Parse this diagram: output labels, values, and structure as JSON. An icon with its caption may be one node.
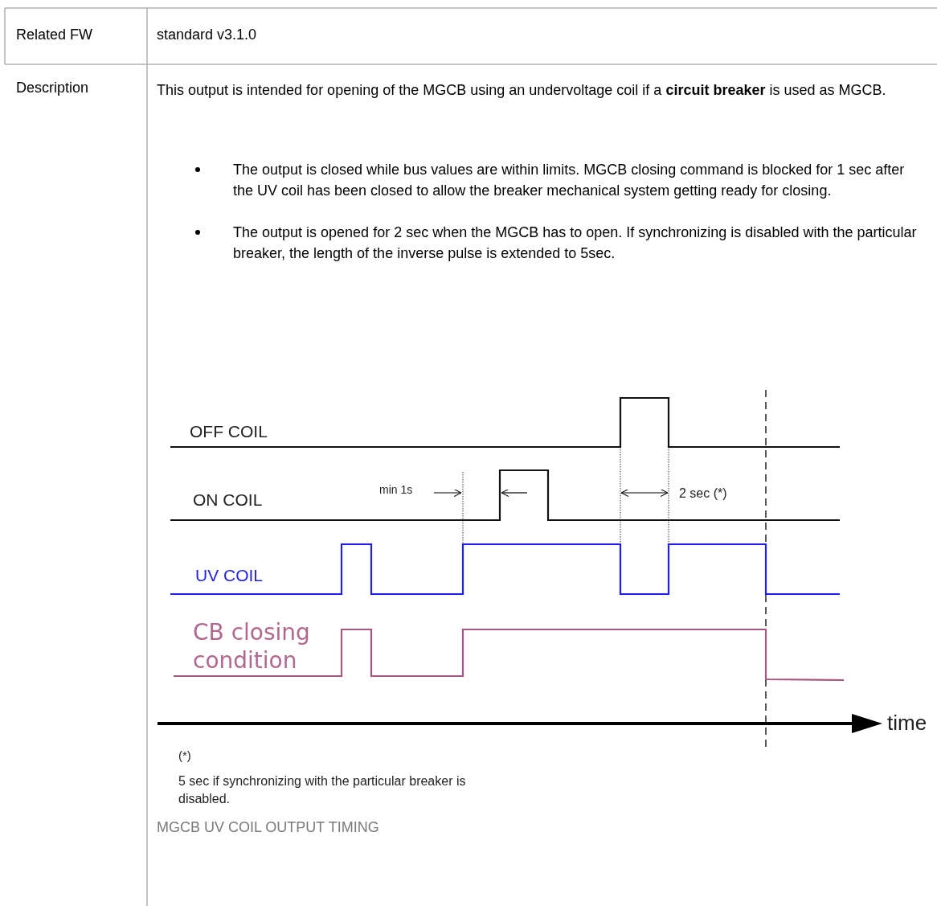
{
  "diagram": {
    "caption": "MGCB UV COIL OUTPUT TIMING",
    "labels": [
      "Related FW",
      "standard v3.1.0",
      "Description",
      "This output is intended for opening of the MGCB using an undervoltage coil if a **circuit breaker** is used as MGCB.",
      "The output is closed while bus values are within limits. MGCB closing command is blocked for 1 sec after the UV coil has been closed to allow the breaker mechanical system getting ready for closing.",
      "The output is opened for 2 sec when the MGCB has to open. If synchronizing is disabled with the particular breaker, the length of the inverse pulse is extended to 5sec.",
      "OFF COIL",
      "min 1s",
      "2 sec (*)",
      "ON COIL",
      "UV COIL",
      "CB closing condition",
      "time",
      "(*)",
      "5 sec if synchronizing with the particular breaker is disabled."
    ]
  }
}
